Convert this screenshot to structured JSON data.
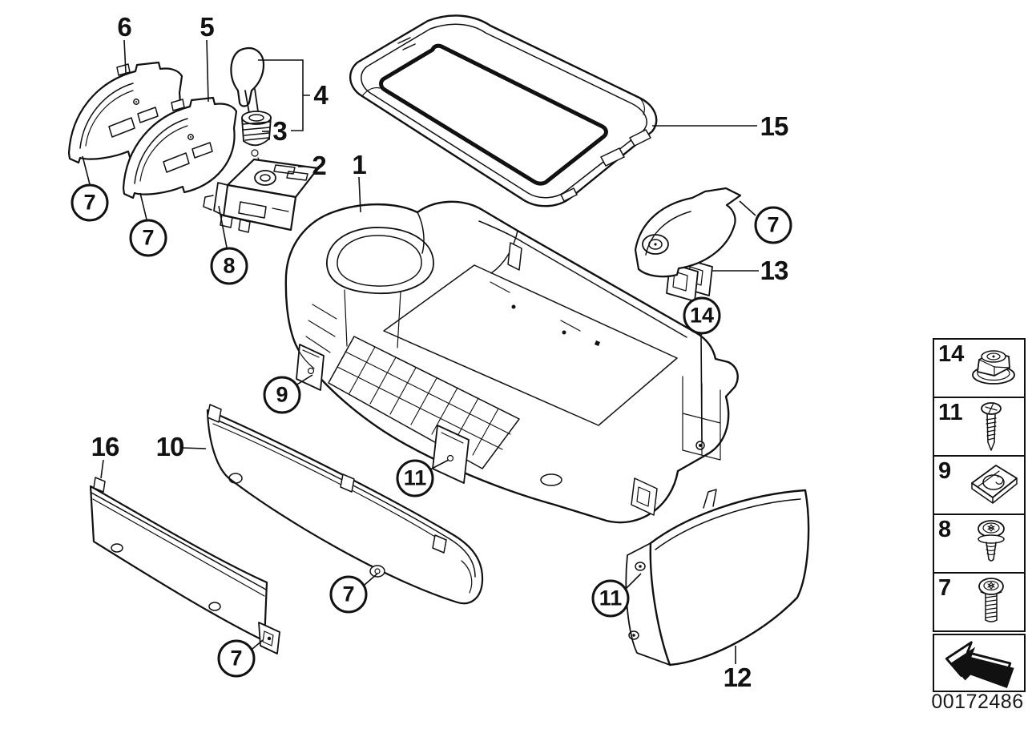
{
  "diagram": {
    "part_labels": [
      {
        "text": "6"
      },
      {
        "text": "5"
      },
      {
        "text": "4"
      },
      {
        "text": "3"
      },
      {
        "text": "2"
      },
      {
        "text": "1"
      },
      {
        "text": "15"
      },
      {
        "text": "13"
      },
      {
        "text": "16"
      },
      {
        "text": "10"
      },
      {
        "text": "12"
      }
    ],
    "fastener_callouts": [
      {
        "text": "7"
      },
      {
        "text": "7"
      },
      {
        "text": "8"
      },
      {
        "text": "9"
      },
      {
        "text": "11"
      },
      {
        "text": "14"
      },
      {
        "text": "7"
      },
      {
        "text": "7"
      },
      {
        "text": "7"
      },
      {
        "text": "11"
      }
    ]
  },
  "legend": {
    "items": [
      {
        "number": "14",
        "icon": "hex-flange-nut-icon"
      },
      {
        "number": "11",
        "icon": "self-tapping-screw-icon"
      },
      {
        "number": "9",
        "icon": "sheet-metal-nut-clip-icon"
      },
      {
        "number": "8",
        "icon": "torx-flange-screw-icon"
      },
      {
        "number": "7",
        "icon": "torx-button-screw-icon"
      }
    ],
    "nav_arrow_icon": "back-arrow-icon"
  },
  "footer": {
    "image_number": "00172486"
  },
  "colors": {
    "line": "#111111",
    "background": "#ffffff"
  }
}
